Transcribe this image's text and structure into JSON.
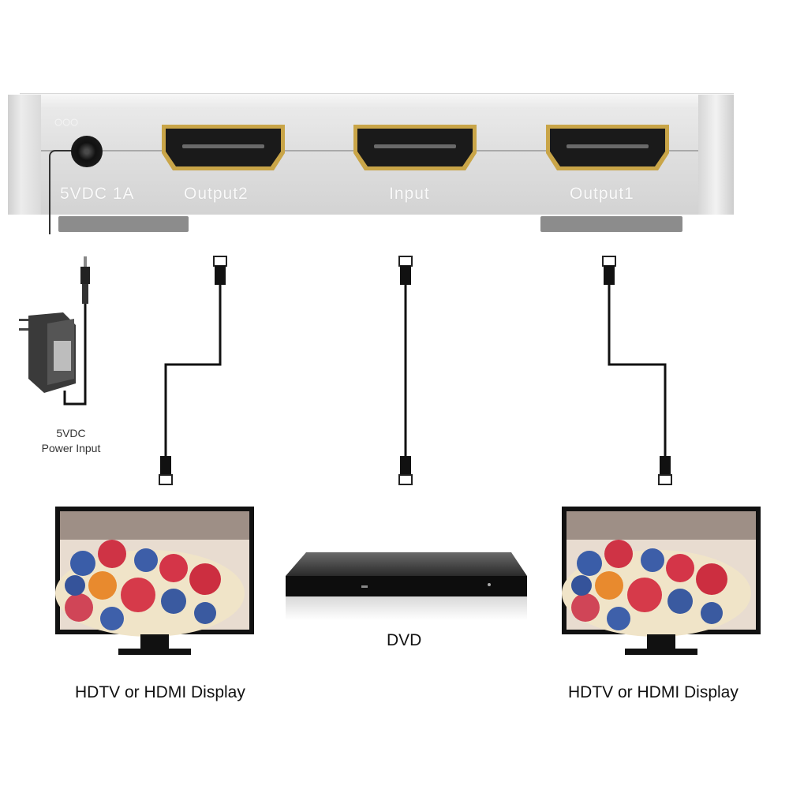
{
  "splitter": {
    "logo": "○○○",
    "power_label": "5VDC 1A",
    "ports": [
      {
        "label": "Output2"
      },
      {
        "label": "Input"
      },
      {
        "label": "Output1"
      }
    ]
  },
  "power_adapter": {
    "label_line1": "5VDC",
    "label_line2": "Power Input"
  },
  "devices": {
    "left_display": {
      "label": "HDTV or HDMI Display"
    },
    "dvd": {
      "label": "DVD"
    },
    "right_display": {
      "label": "HDTV or HDMI Display"
    }
  },
  "colors": {
    "box": "#dedede",
    "port_gold": "#c9a548",
    "cable": "#111111",
    "foot": "#8c8c8c"
  }
}
